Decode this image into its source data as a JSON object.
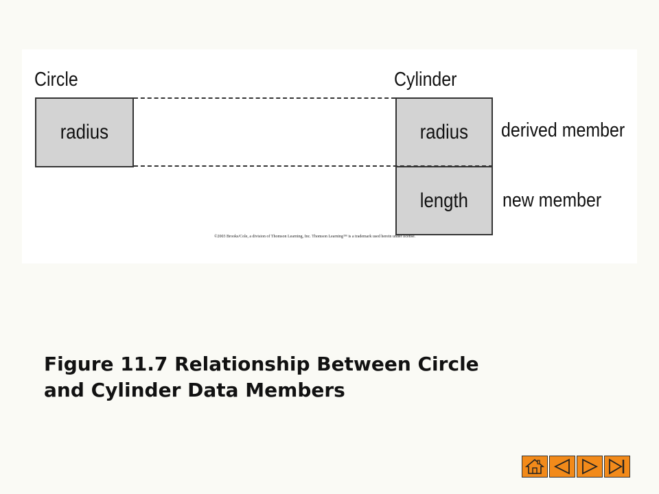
{
  "diagram": {
    "circle_title": "Circle",
    "cylinder_title": "Cylinder",
    "circle_field": "radius",
    "cylinder_fields": [
      "radius",
      "length"
    ],
    "annotations": [
      "derived member",
      "new member"
    ],
    "copyright": "©2003 Brooks/Cole, a division of Thomson Learning, Inc.  Thomson Learning™ is a trademark used herein under license."
  },
  "caption": {
    "line1": "Figure 11.7  Relationship Between Circle",
    "line2": "and Cylinder Data Members"
  },
  "navigation": {
    "icons": [
      "home-icon",
      "previous-icon",
      "next-icon",
      "last-icon"
    ],
    "button_color": "#f28a1a"
  },
  "colors": {
    "box_fill": "#d3d3d3",
    "background": "#fafaf5"
  }
}
